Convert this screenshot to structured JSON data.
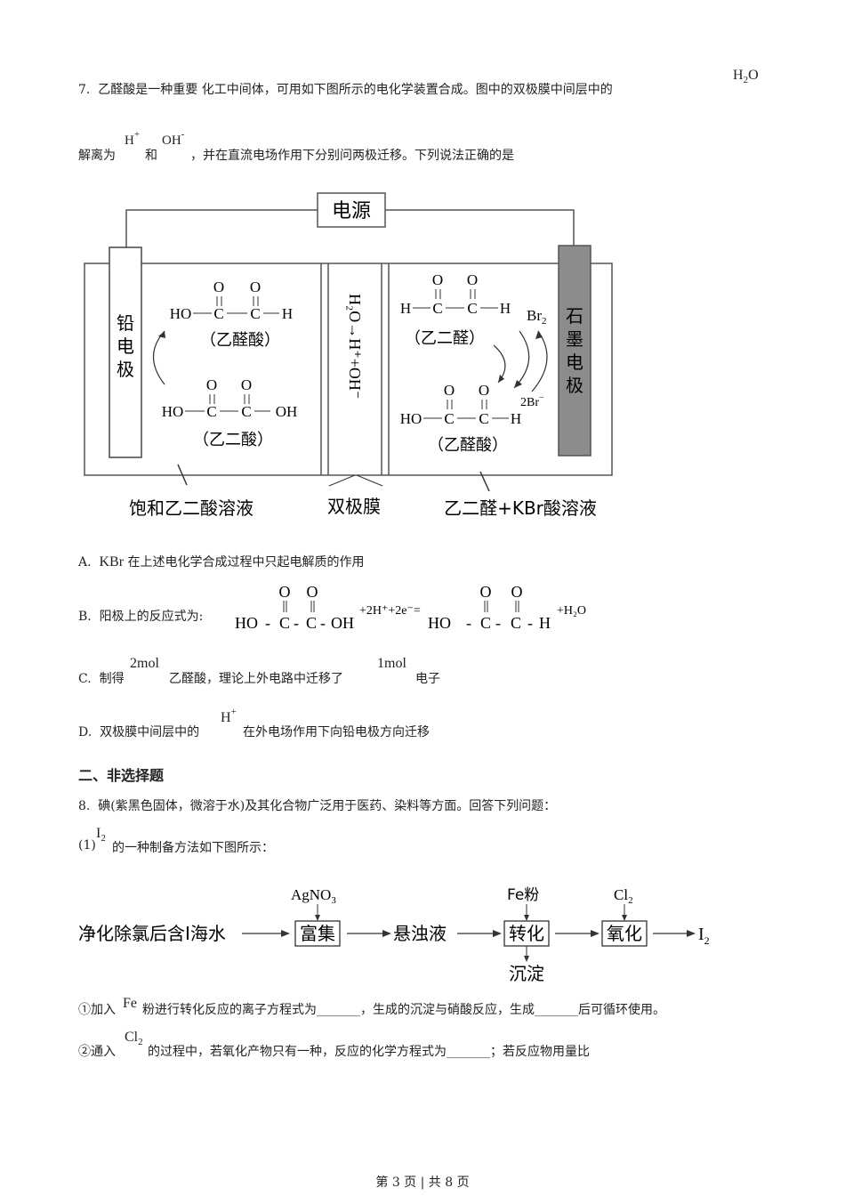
{
  "q7": {
    "number": "7.",
    "line1": "乙醛酸是一种重要 化工中间体，可用如下图所示的电化学装置合成。图中的双极膜中间层中的",
    "h2o": "H",
    "h2o_sub": "2",
    "h2o_o": "O",
    "line2_a": "解离为",
    "h_plus": "H",
    "h_plus_sup": "+",
    "and": "和",
    "oh": "OH",
    "oh_sup": "-",
    "line2_b": "，并在直流电场作用下分别问两极迁移。下列说法正确的是"
  },
  "diagram": {
    "power": "电源",
    "lead_electrode": [
      "铅",
      "电",
      "极"
    ],
    "graphite_electrode": [
      "石",
      "墨",
      "电",
      "极"
    ],
    "membrane_text": "H₂O→H⁺+OH⁻",
    "left_top_formula_groups": [
      "HO",
      "C",
      "C",
      "H"
    ],
    "left_top_name": "（乙醛酸）",
    "left_bottom_formula_groups": [
      "HO",
      "C",
      "C",
      "OH"
    ],
    "left_bottom_name": "（乙二酸）",
    "right_top_formula_groups": [
      "H",
      "C",
      "C",
      "H"
    ],
    "right_top_name": "（乙二醛）",
    "right_bottom_formula_groups": [
      "HO",
      "C",
      "C",
      "H"
    ],
    "right_bottom_name": "（乙醛酸）",
    "oxygen": "O",
    "br2": "Br",
    "br2_sub": "2",
    "br_minus": "2Br",
    "br_minus_sup": "−",
    "label_left": "饱和乙二酸溶液",
    "label_middle": "双极膜",
    "label_right": "乙二醛+KBr酸溶液"
  },
  "options": {
    "a_letter": "A.",
    "a_chem": "KBr",
    "a_text": "在上述电化学合成过程中只起电解质的作用",
    "b_letter": "B.",
    "b_text": "阳极上的反应式为:",
    "b_left_groups": [
      "HO",
      "C",
      "C",
      "OH"
    ],
    "b_mid": "+2H⁺+2e⁻=",
    "b_right_groups": [
      "HO",
      "C",
      "C",
      "H"
    ],
    "b_end": "+H₂O",
    "c_letter": "C.",
    "c_text1": "制得",
    "c_amount1": "2mol",
    "c_text2": "乙醛酸，理论上外电路中迁移了",
    "c_amount2": "1mol",
    "c_text3": "电子",
    "d_letter": "D.",
    "d_text1": "双极膜中间层中的",
    "d_h": "H",
    "d_h_sup": "+",
    "d_text2": "在外电场作用下向铅电极方向迁移"
  },
  "section2": {
    "title": "二、非选择题"
  },
  "q8": {
    "number": "8.",
    "intro": "碘(紫黑色固体，微溶于水)及其化合物广泛用于医药、染料等方面。回答下列问题：",
    "part1_a": "(1)",
    "i2": "I",
    "i2_sub": "2",
    "part1_b": "的一种制备方法如下图所示：",
    "flow": {
      "start": "净化除氯后含I海水",
      "agno3": "AgNO",
      "agno3_sub": "3",
      "step1": "富集",
      "mid": "悬浊液",
      "fe": "Fe粉",
      "step2": "转化",
      "precipitate": "沉淀",
      "cl2": "Cl",
      "cl2_sub": "2",
      "step3": "氧化",
      "end": "I",
      "end_sub": "2"
    },
    "q1_a": "①加入",
    "q1_fe": "Fe",
    "q1_b": "粉进行转化反应的离子方程式为_______，生成的沉淀与硝酸反应，生成_______后可循环使用。",
    "q2_a": "②通入",
    "q2_cl": "Cl",
    "q2_sub": "2",
    "q2_b": "的过程中，若氧化产物只有一种，反应的化学方程式为_______；若反应物用量比"
  },
  "footer": {
    "text": "第 3 页 | 共 8 页"
  }
}
